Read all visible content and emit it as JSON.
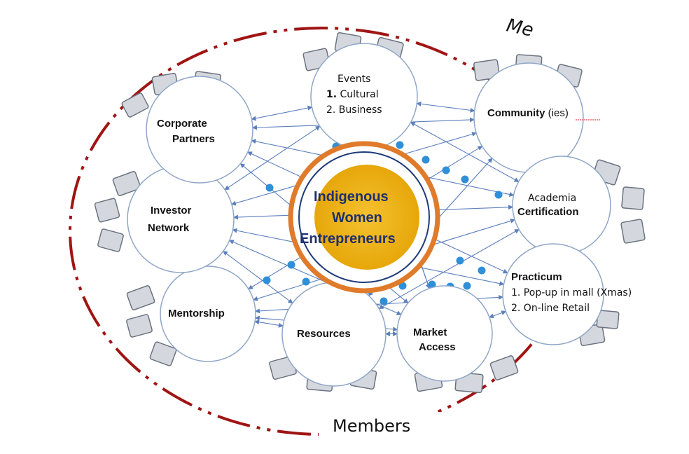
{
  "diagram": {
    "center": {
      "lines": [
        "Indigenous",
        "Women",
        "Entrepreneurs"
      ]
    },
    "members_label": "Members",
    "members_partial": "Me",
    "colors": {
      "dash_ring": "#a01414",
      "node_stroke": "#8fa6c7",
      "arrow": "#5b7fbd",
      "dot": "#2f8fd8",
      "center_ring": "#e07b2c",
      "center_inner_ring": "#1e3a78",
      "center_fill": "#f2b517",
      "member_box_fill": "#d4d8de",
      "member_box_stroke": "#6b7380"
    },
    "nodes": {
      "events": {
        "title": "Events",
        "line1_num": "1.",
        "line1": " Cultural",
        "line2": "2. Business"
      },
      "community": {
        "title": "Community",
        "suffix": " (ies)"
      },
      "academia": {
        "line1": "Academia",
        "line2": "Certification"
      },
      "practicum": {
        "title": "Practicum",
        "line1": "1. Pop-up in mall (Xmas)",
        "line2": "2. On-line Retail"
      },
      "market": {
        "line1": "Market",
        "line2": "Access"
      },
      "resources": {
        "label": "Resources"
      },
      "mentorship": {
        "label": "Mentorship"
      },
      "investor": {
        "line1": "Investor",
        "line2": "Network"
      },
      "corporate": {
        "line1": "Corporate",
        "line2": "Partners"
      }
    }
  }
}
